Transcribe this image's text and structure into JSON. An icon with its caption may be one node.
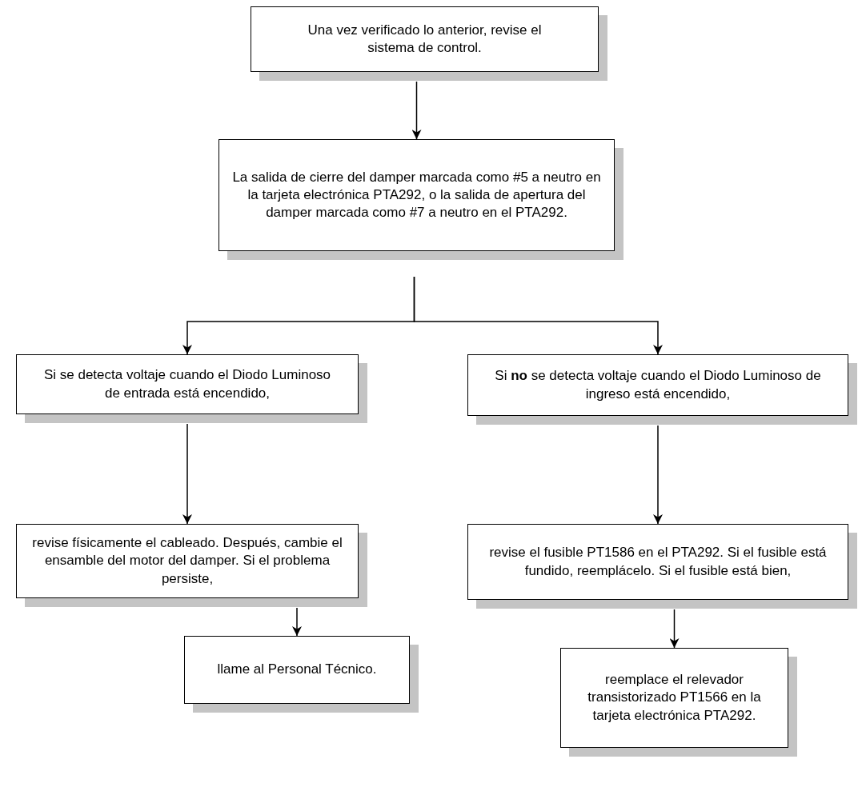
{
  "diagram": {
    "nodes": [
      {
        "text": [
          "Una vez verificado lo anterior, revise el sistema de control."
        ]
      },
      {
        "text": [
          "La salida de cierre del damper marcada como #5 a neutro en la tarjeta electrónica PTA292, o la salida de apertura del damper marcada como #7 a neutro en el PTA292."
        ]
      },
      {
        "text": [
          "Si se detecta voltaje cuando el Diodo Luminoso de entrada está encendido,"
        ]
      },
      {
        "text": [
          "Si **no** se detecta voltaje cuando el Diodo Luminoso de ingreso está encendido,"
        ]
      },
      {
        "text": [
          "revise físicamente el cableado. Después, cambie el ensamble del motor del damper. Si el problema persiste,"
        ]
      },
      {
        "text": [
          "revise el fusible PT1586 en el PTA292. Si el fusible está fundido, reemplácelo. Si el fusible está bien,"
        ]
      },
      {
        "text": [
          "llame al Personal Técnico."
        ]
      },
      {
        "text": [
          "reemplace el relevador transistorizado PT1566 en la tarjeta electrónica PTA292."
        ]
      }
    ],
    "edges": [
      {
        "from": 0,
        "to": 1,
        "arrow": "to"
      },
      {
        "from": 1,
        "to": 2,
        "arrow": "to"
      },
      {
        "from": 1,
        "to": 3,
        "arrow": "to"
      },
      {
        "from": 2,
        "to": 4,
        "arrow": "to"
      },
      {
        "from": 3,
        "to": 5,
        "arrow": "to"
      },
      {
        "from": 4,
        "to": 6,
        "arrow": "to"
      },
      {
        "from": 5,
        "to": 7,
        "arrow": "to"
      }
    ]
  }
}
